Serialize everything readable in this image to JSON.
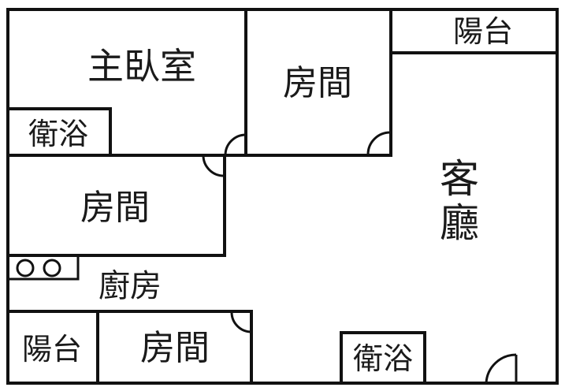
{
  "floorplan": {
    "rooms": {
      "master_bedroom": "主臥室",
      "bedroom_top_middle": "房間",
      "balcony_top_right": "陽台",
      "bathroom_master": "衛浴",
      "bedroom_middle_left": "房間",
      "living_room_line1": "客",
      "living_room_line2": "廳",
      "kitchen": "廚房",
      "balcony_bottom_left": "陽台",
      "bedroom_bottom": "房間",
      "bathroom_bottom": "衛浴"
    },
    "colors": {
      "line": "#111111",
      "background": "#ffffff"
    }
  }
}
